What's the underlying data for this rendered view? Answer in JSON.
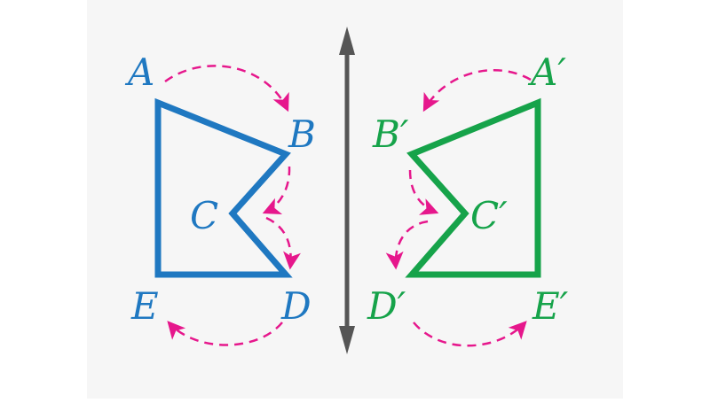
{
  "colors": {
    "background": "#ffffff",
    "panel": "#f6f6f6",
    "original_shape": "#1f78c1",
    "reflected_shape": "#16a34a",
    "mirror_line": "#555555",
    "arrows": "#e6178c"
  },
  "original": {
    "labels": {
      "a": "A",
      "b": "B",
      "c": "C",
      "d": "D",
      "e": "E"
    }
  },
  "reflection": {
    "labels": {
      "a": "A′",
      "b": "B′",
      "c": "C′",
      "d": "D′",
      "e": "E′"
    }
  },
  "mirror_line_icon": "double-headed-vertical-arrow"
}
